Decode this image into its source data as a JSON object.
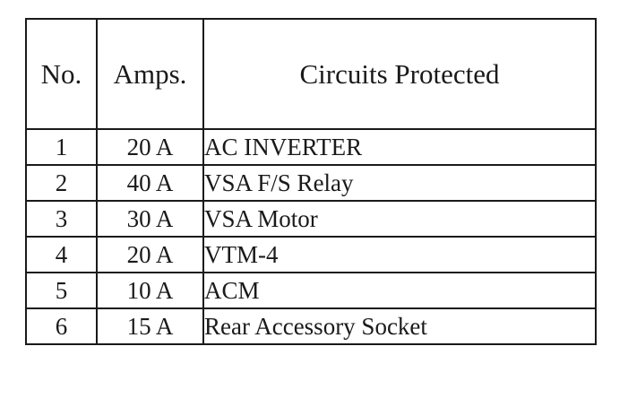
{
  "table": {
    "headers": {
      "no": "No.",
      "amps": "Amps.",
      "circuits": "Circuits Protected"
    },
    "rows": [
      {
        "no": "1",
        "amps": "20 A",
        "circuit": "AC INVERTER"
      },
      {
        "no": "2",
        "amps": "40 A",
        "circuit": "VSA F/S Relay"
      },
      {
        "no": "3",
        "amps": "30 A",
        "circuit": "VSA Motor"
      },
      {
        "no": "4",
        "amps": "20 A",
        "circuit": "VTM-4"
      },
      {
        "no": "5",
        "amps": "10 A",
        "circuit": "ACM"
      },
      {
        "no": "6",
        "amps": "15 A",
        "circuit": "Rear Accessory Socket"
      }
    ]
  }
}
